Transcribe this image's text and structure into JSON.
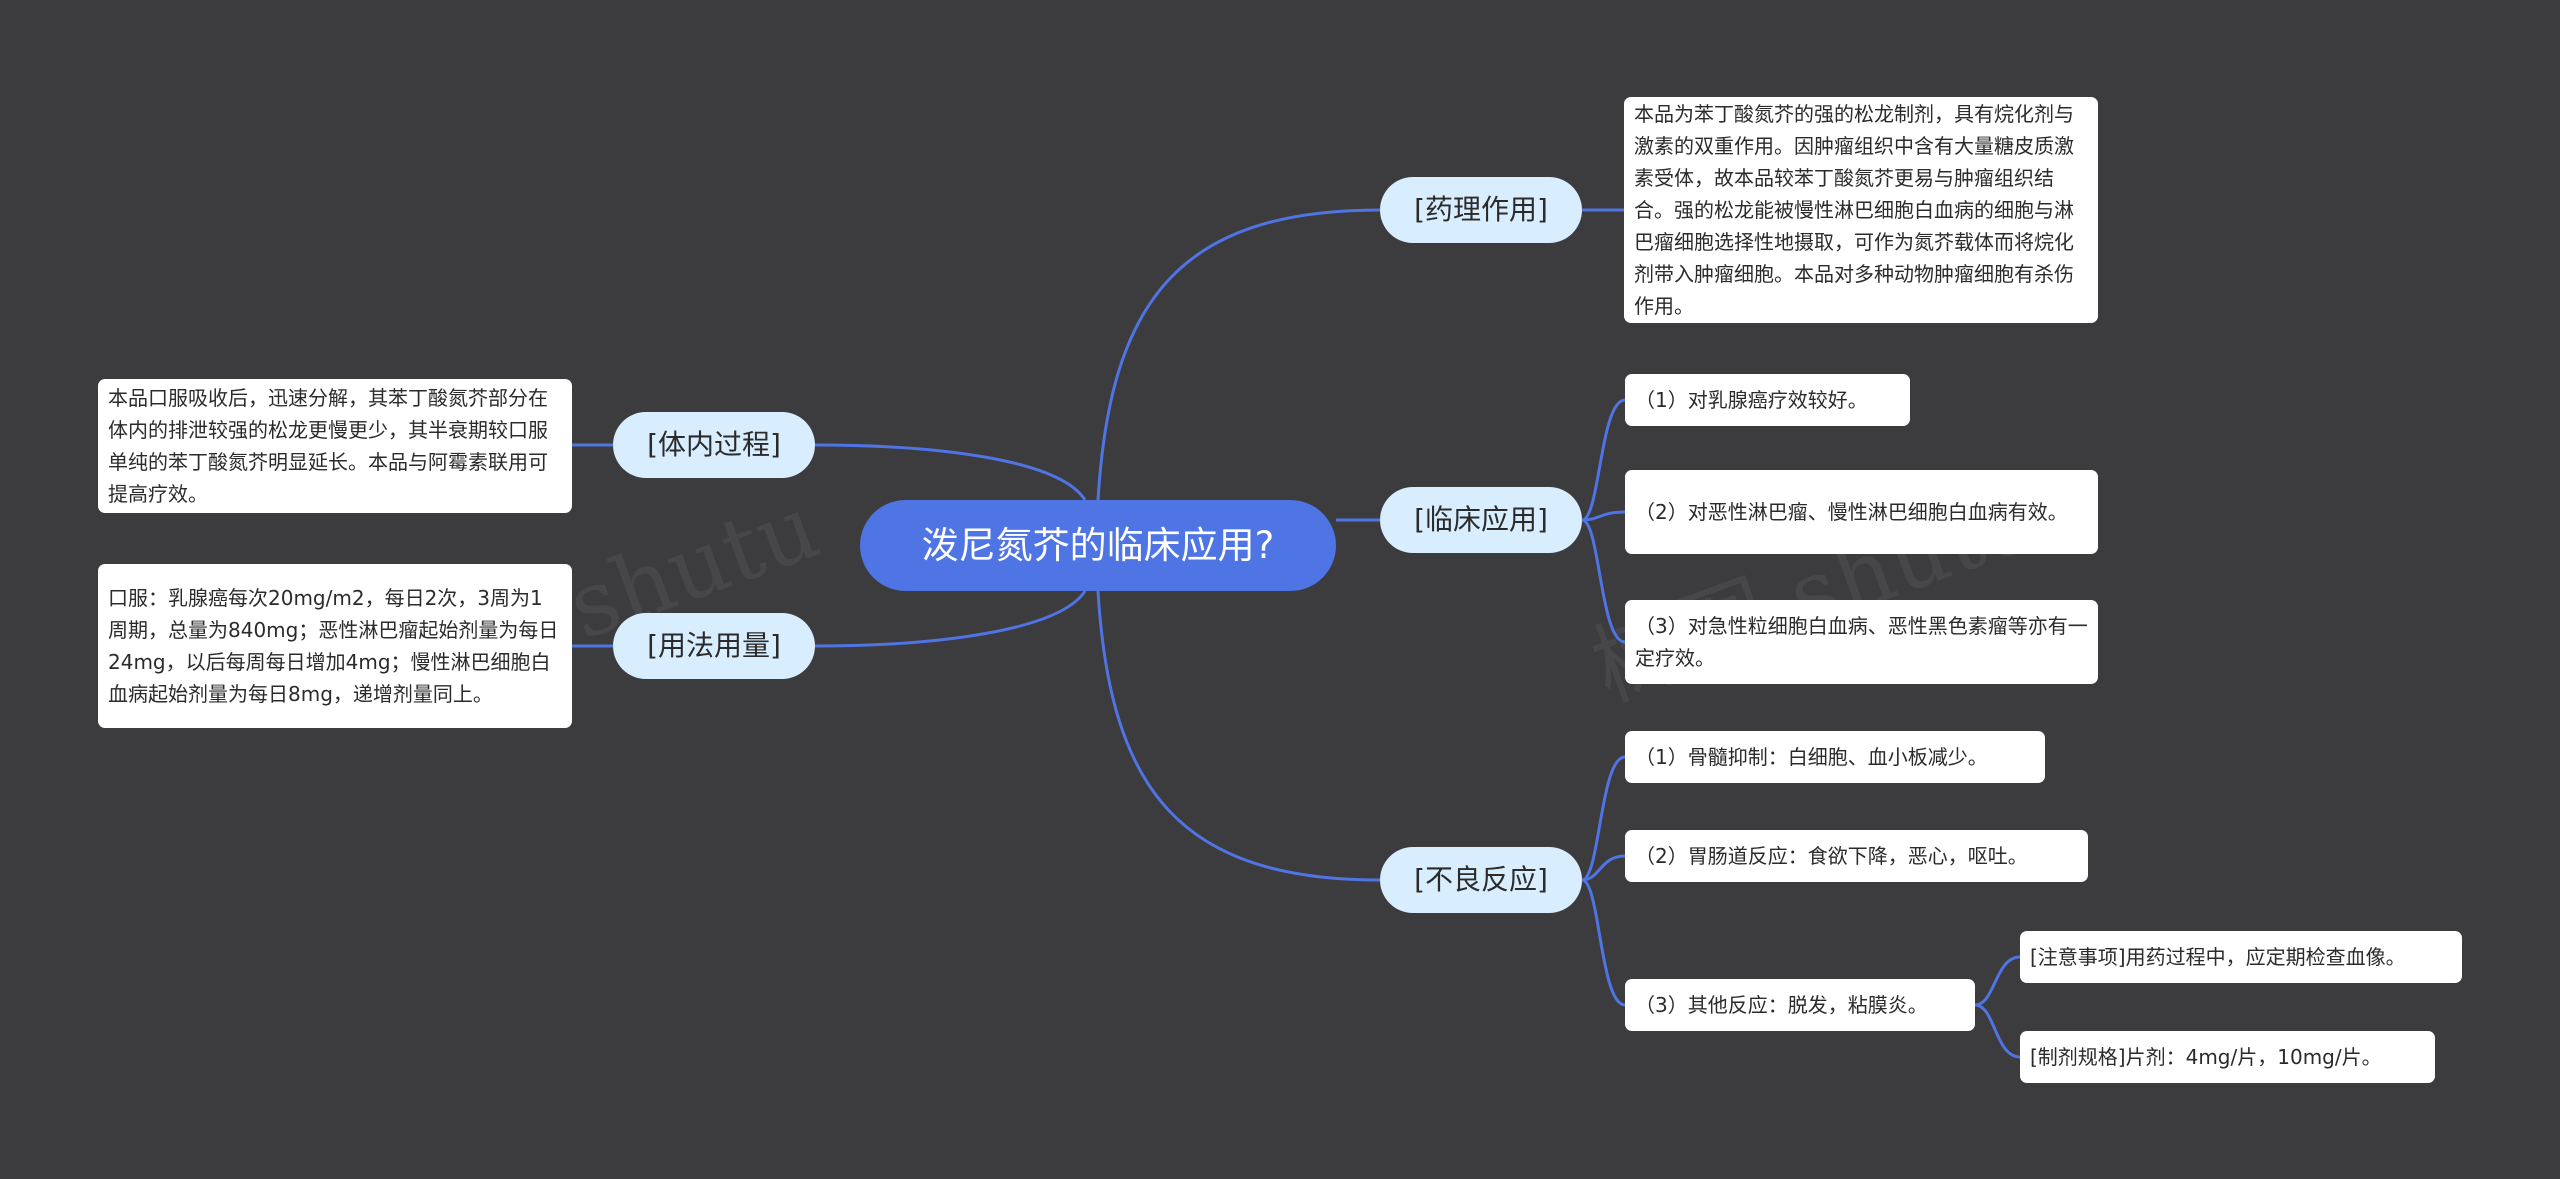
{
  "root": {
    "label": "泼尼氮芥的临床应用?"
  },
  "branches": {
    "pharmacology": {
      "label": "[药理作用]",
      "content": "本品为苯丁酸氮芥的强的松龙制剂，具有烷化剂与激素的双重作用。因肿瘤组织中含有大量糖皮质激素受体，故本品较苯丁酸氮芥更易与肿瘤组织结合。强的松龙能被慢性淋巴细胞白血病的细胞与淋巴瘤细胞选择性地摄取，可作为氮芥载体而将烷化剂带入肿瘤细胞。本品对多种动物肿瘤细胞有杀伤作用。"
    },
    "clinical": {
      "label": "[临床应用]",
      "items": [
        "（1）对乳腺癌疗效较好。",
        "（2）对恶性淋巴瘤、慢性淋巴细胞白血病有效。",
        "（3）对急性粒细胞白血病、恶性黑色素瘤等亦有一定疗效。"
      ]
    },
    "adverse": {
      "label": "[不良反应]",
      "items": [
        "（1）骨髓抑制：白细胞、血小板减少。",
        "（2）胃肠道反应：食欲下降，恶心，呕吐。",
        "（3）其他反应：脱发，粘膜炎。"
      ],
      "sub_items": [
        "[注意事项]用药过程中，应定期检查血像。",
        "[制剂规格]片剂：4mg/片，10mg/片。"
      ]
    },
    "pharmacokinetics": {
      "label": "[体内过程]",
      "content": "本品口服吸收后，迅速分解，其苯丁酸氮芥部分在体内的排泄较强的松龙更慢更少，其半衰期较口服单纯的苯丁酸氮芥明显延长。本品与阿霉素联用可提高疗效。"
    },
    "dosage": {
      "label": "[用法用量]",
      "content": "口服：乳腺癌每次20mg/m2，每日2次，3周为1周期，总量为840mg；恶性淋巴瘤起始剂量为每日24mg，以后每周每日增加4mg；慢性淋巴细胞白血病起始剂量为每日8mg，递增剂量同上。"
    }
  },
  "colors": {
    "background": "#3c3b3d",
    "root_fill": "#4f74e3",
    "branch_fill": "#d8eefe",
    "card_fill": "#ffffff",
    "connector": "#4f74e3"
  }
}
